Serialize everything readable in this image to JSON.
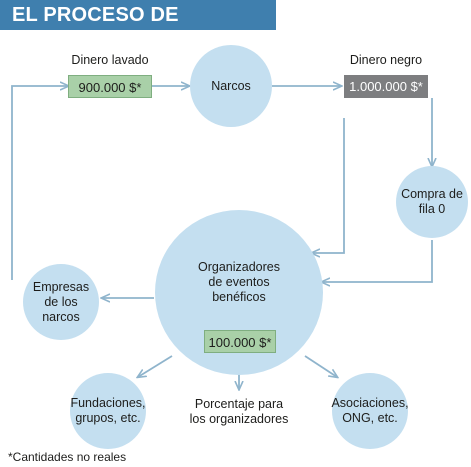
{
  "title": "EL PROCESO DE BLANQUEO",
  "nodes": {
    "dinero_lavado_label": "Dinero lavado",
    "dinero_lavado_value": "900.000 $*",
    "narcos": "Narcos",
    "dinero_negro_label": "Dinero negro",
    "dinero_negro_value": "1.000.000 $*",
    "compra": "Compra de\nfila 0",
    "organizadores": "Organizadores\nde eventos\nbenéficos",
    "organizadores_value": "100.000 $*",
    "empresas": "Empresas\nde los\nnarcos",
    "fundaciones": "Fundaciones,\ngrupos, etc.",
    "porcentaje": "Porcentaje para\nlos organizadores",
    "asociaciones": "Asociaciones,\nONG, etc."
  },
  "footnote": "*Cantidades no reales",
  "colors": {
    "title_bg": "#3f7fae",
    "circle_fill": "#c4dff0",
    "arrow": "#8fb4cc",
    "green_box": "#a9d0a8",
    "gray_box": "#7d7e80"
  }
}
